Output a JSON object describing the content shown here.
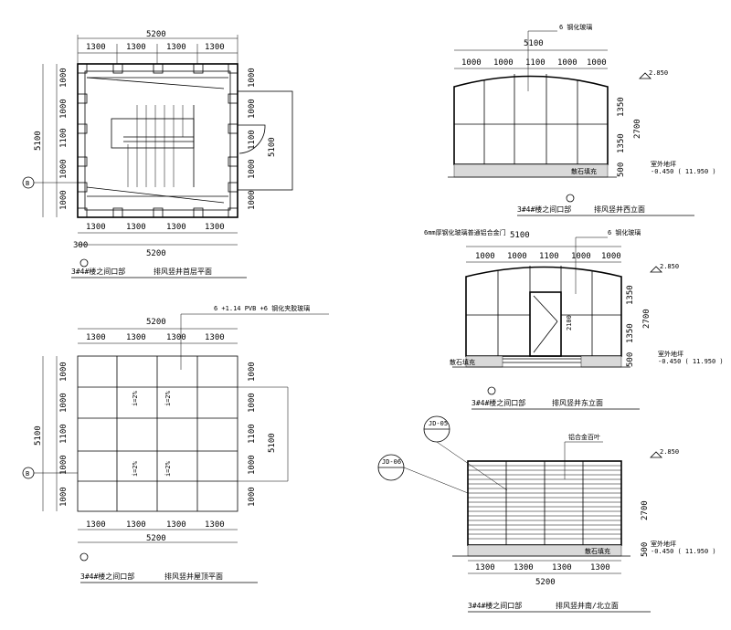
{
  "plan_top": {
    "dim_total_top": "5200",
    "dim_total_bottom": "5200",
    "dim_segments_top": [
      "1300",
      "1300",
      "1300",
      "1300"
    ],
    "dim_segments_bottom": [
      "1300",
      "1300",
      "1300",
      "1300"
    ],
    "dim_left_total": "5100",
    "dim_left_segments": [
      "1000",
      "1000",
      "1100",
      "1000",
      "1000"
    ],
    "dim_right_segments": [
      "1000",
      "1000",
      "1100",
      "1000",
      "1000"
    ],
    "dim_right_total": "5100",
    "dim_small": "300",
    "axis_marker": "B",
    "caption_a": "3#4#楼之间口部",
    "caption_b": "排风竖井首层平面"
  },
  "plan_roof": {
    "leader_label": "6 +1.14 PVB +6 钢化夹胶玻璃",
    "dim_total_top": "5200",
    "dim_total_bottom": "5200",
    "dim_segments_top": [
      "1300",
      "1300",
      "1300",
      "1300"
    ],
    "dim_segments_bottom": [
      "1300",
      "1300",
      "1300",
      "1300"
    ],
    "dim_left_total": "5100",
    "dim_left_segments": [
      "1000",
      "1000",
      "1100",
      "1000",
      "1000"
    ],
    "dim_right_segments": [
      "1000",
      "1000",
      "1100",
      "1000",
      "1000"
    ],
    "dim_right_total": "5100",
    "axis_marker": "B",
    "caption_a": "3#4#楼之间口部",
    "caption_b": "排风竖井屋顶平面"
  },
  "elev_west": {
    "leader_label": "6 钢化玻璃",
    "dim_total": "5100",
    "dim_segments": [
      "1000",
      "1000",
      "1100",
      "1000",
      "1000"
    ],
    "dim_right": [
      "1350",
      "1350",
      "2700",
      "500"
    ],
    "level_top": "2.850",
    "level_label": "室外地坪",
    "level_bottom": "-0.450 ( 11.950 )",
    "ground_label": "散石填充",
    "caption_a": "3#4#楼之间口部",
    "caption_b": "排风竖井西立面"
  },
  "elev_east": {
    "leader_label_door": "6mm厚钢化玻璃普通铝合金门",
    "leader_label_glass": "6 钢化玻璃",
    "dim_total": "5100",
    "dim_segments": [
      "1000",
      "1000",
      "1100",
      "1000",
      "1000"
    ],
    "dim_right": [
      "1350",
      "1350",
      "2700",
      "500"
    ],
    "door_height": "2100",
    "level_top": "2.850",
    "level_label": "室外地坪",
    "level_bottom": "-0.450 ( 11.950 )",
    "ground_label": "散石填充",
    "caption_a": "3#4#楼之间口部",
    "caption_b": "排风竖井东立面"
  },
  "elev_south": {
    "leader_label": "铝合金百叶",
    "detail_a": "JD-05",
    "detail_b": "JD-06",
    "dim_total": "5200",
    "dim_segments": [
      "1300",
      "1300",
      "1300",
      "1300"
    ],
    "dim_right": [
      "2700",
      "500"
    ],
    "level_top": "2.850",
    "level_label": "室外地坪",
    "level_bottom": "-0.450 ( 11.950 )",
    "ground_label": "散石填充",
    "caption_a": "3#4#楼之间口部",
    "caption_b": "排风竖井南/北立面"
  }
}
